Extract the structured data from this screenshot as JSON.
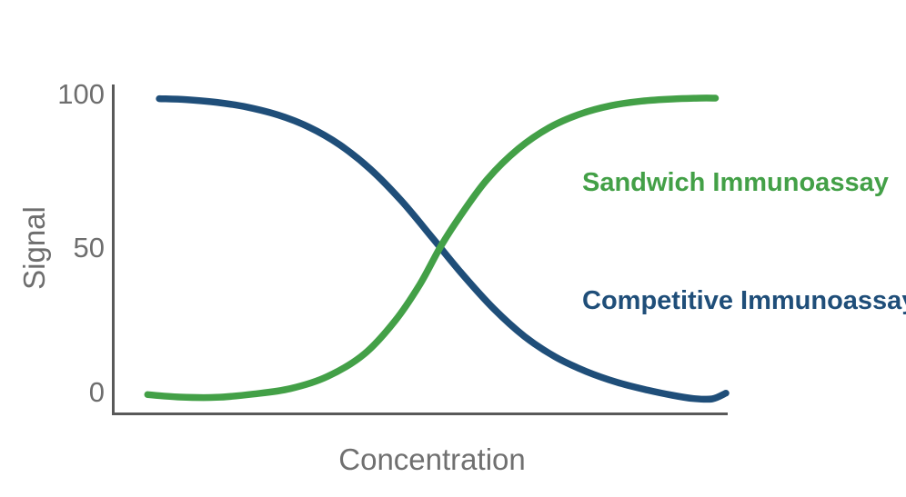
{
  "chart_data": {
    "type": "line",
    "title": "",
    "xlabel": "Concentration",
    "ylabel": "Signal",
    "xlim": [
      0,
      1
    ],
    "ylim": [
      0,
      100
    ],
    "yticks": [
      0,
      50,
      100
    ],
    "xticks": [],
    "grid": false,
    "legend_position": "none (curves labeled directly at right)",
    "x_note": "x is normalized concentration fraction 0-1; no numeric x ticks are shown",
    "series": [
      {
        "name": "Sandwich Immunoassay",
        "color": "#43a047",
        "shape": "increasing sigmoid",
        "x": [
          0.058,
          0.11,
          0.17,
          0.23,
          0.29,
          0.35,
          0.41,
          0.46,
          0.5,
          0.535,
          0.57,
          0.61,
          0.66,
          0.71,
          0.76,
          0.81,
          0.86,
          0.91,
          0.955,
          0.98
        ],
        "y": [
          0.5,
          -0.3,
          -0.4,
          0.7,
          2.5,
          6.5,
          14,
          25,
          37,
          50,
          61,
          72,
          82,
          89,
          93.5,
          96.3,
          97.8,
          98.5,
          98.8,
          98.8
        ]
      },
      {
        "name": "Competitive Immunoassay",
        "color": "#1f4e79",
        "shape": "decreasing sigmoid",
        "x": [
          0.077,
          0.12,
          0.17,
          0.22,
          0.27,
          0.32,
          0.37,
          0.42,
          0.47,
          0.52,
          0.57,
          0.62,
          0.67,
          0.72,
          0.77,
          0.82,
          0.87,
          0.91,
          0.945,
          0.975,
          0.997
        ],
        "y": [
          98.6,
          98.3,
          97.4,
          95.8,
          93.2,
          89.2,
          83.3,
          75.2,
          64.8,
          52.6,
          40.2,
          29.0,
          19.8,
          13.0,
          8.2,
          4.6,
          2.0,
          0.3,
          -0.8,
          -0.9,
          1.0
        ]
      }
    ],
    "crossing_point": {
      "x_fraction": 0.53,
      "signal": 50
    }
  },
  "colors": {
    "background": "#ffffff",
    "axis": "#595959",
    "tick_text": "#6e6e6e",
    "axis_label_text": "#707070",
    "sandwich_green": "#43a047",
    "competitive_navy": "#1f4e79"
  }
}
